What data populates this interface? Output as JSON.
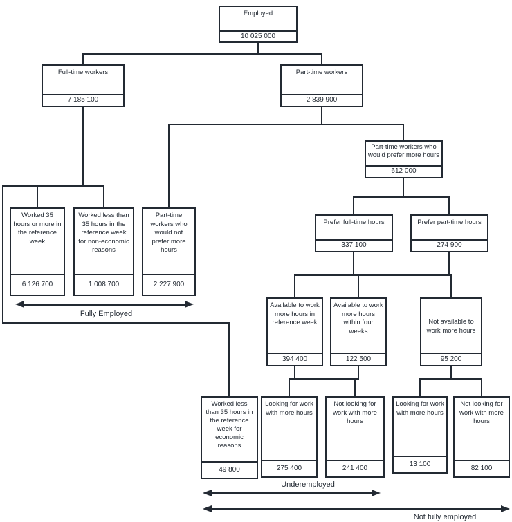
{
  "nodes": {
    "employed": {
      "label": "Employed",
      "value": "10 025 000"
    },
    "full_time": {
      "label": "Full-time workers",
      "value": "7 185 100"
    },
    "part_time": {
      "label": "Part-time workers",
      "value": "2 839 900"
    },
    "worked_35_plus": {
      "label": "Worked 35 hours or more in the reference week",
      "value": "6 126 700"
    },
    "worked_less_non_economic": {
      "label": "Worked less than 35 hours in the reference week for non-economic reasons",
      "value": "1 008 700"
    },
    "pt_would_not_prefer": {
      "label": "Part-time workers who would not prefer more hours",
      "value": "2 227 900"
    },
    "pt_would_prefer": {
      "label": "Part-time workers who would prefer more hours",
      "value": "612 000"
    },
    "prefer_full_time": {
      "label": "Prefer full-time hours",
      "value": "337 100"
    },
    "prefer_part_time": {
      "label": "Prefer part-time hours",
      "value": "274 900"
    },
    "available_reference_week": {
      "label": "Available to work more hours in reference week",
      "value": "394 400"
    },
    "available_four_weeks": {
      "label": "Available to work more hours within four weeks",
      "value": "122 500"
    },
    "not_available": {
      "label": "Not available to work more hours",
      "value": "95 200"
    },
    "worked_less_economic": {
      "label": "Worked less than 35 hours in the reference week for economic reasons",
      "value": "49 800"
    },
    "looking_underemployed": {
      "label": "Looking for work with more hours",
      "value": "275 400"
    },
    "not_looking_underemployed": {
      "label": "Not looking for work with more hours",
      "value": "241 400"
    },
    "looking_not_available": {
      "label": "Looking for work with more hours",
      "value": "13 100"
    },
    "not_looking_not_available": {
      "label": "Not looking for work with more hours",
      "value": "82 100"
    }
  },
  "annotations": {
    "fully_employed": "Fully Employed",
    "underemployed": "Underemployed",
    "not_fully_employed": "Not fully employed"
  },
  "colors": {
    "ink": "#232a33",
    "background": "#ffffff"
  }
}
